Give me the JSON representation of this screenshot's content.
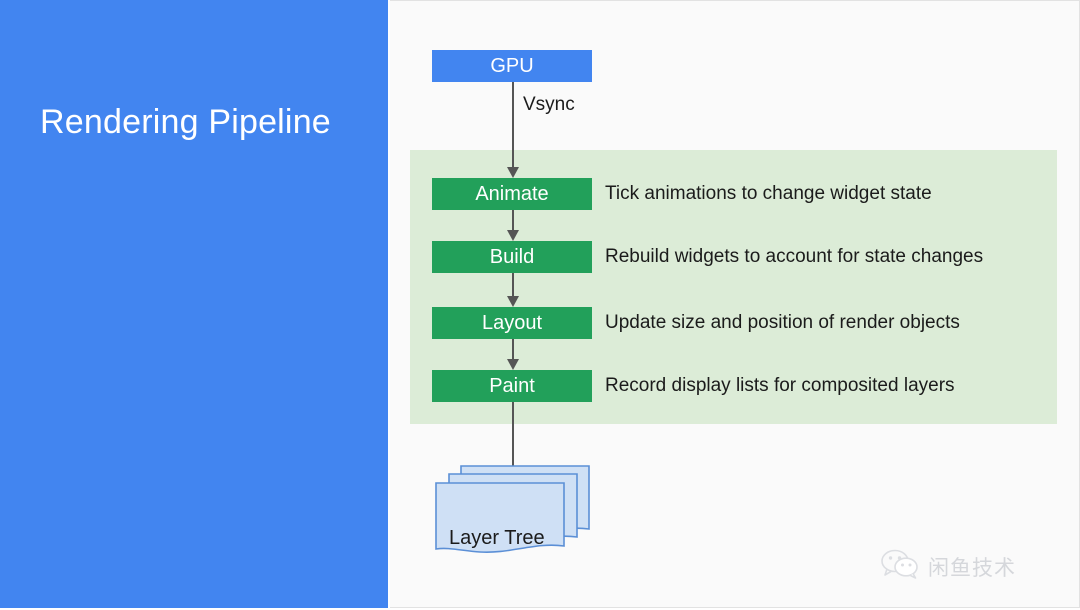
{
  "slide": {
    "title": "Rendering Pipeline",
    "accent_blue": "#4285f0",
    "accent_green": "#22a05a",
    "panel_green": "#dcecd7",
    "panel_bg": "#fafafa"
  },
  "diagram": {
    "source_node": {
      "label": "GPU",
      "color": "#4285f0"
    },
    "vsync_label": "Vsync",
    "stages": [
      {
        "label": "Animate",
        "description": "Tick animations to change widget state"
      },
      {
        "label": "Build",
        "description": "Rebuild widgets to account for state changes"
      },
      {
        "label": "Layout",
        "description": "Update size and position of render objects"
      },
      {
        "label": "Paint",
        "description": "Record display lists for composited layers"
      }
    ],
    "output_node": {
      "label": "Layer Tree",
      "fill": "#cfe0f5",
      "stroke": "#5b8fd6",
      "card_count": 3
    }
  },
  "watermark": {
    "icon": "wechat-icon",
    "text": "闲鱼技术",
    "color": "#d5d7db"
  }
}
